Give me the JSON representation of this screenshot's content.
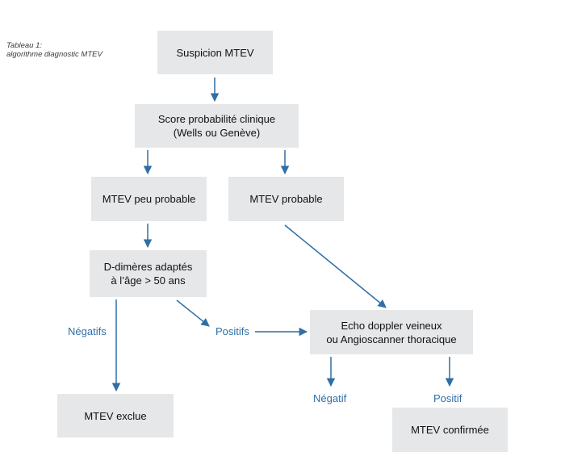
{
  "caption": {
    "line1": "Tableau 1:",
    "line2": "algorithme diagnostic MTEV"
  },
  "nodes": {
    "suspicion": {
      "text": "Suspicion MTEV"
    },
    "score": {
      "line1": "Score probabilité clinique",
      "line2": "(Wells ou Genève)"
    },
    "peu_probable": {
      "text": "MTEV peu probable"
    },
    "probable": {
      "text": "MTEV probable"
    },
    "ddimeres": {
      "line1": "D-dimères adaptés",
      "line2": "à l’âge > 50 ans"
    },
    "echo": {
      "line1": "Echo doppler veineux",
      "line2": "ou Angioscanner thoracique"
    },
    "exclue": {
      "text": "MTEV exclue"
    },
    "confirmee": {
      "text": "MTEV confirmée"
    }
  },
  "edge_labels": {
    "negatifs": "Négatifs",
    "positifs": "Positifs",
    "negatif": "Négatif",
    "positif": "Positif"
  },
  "colors": {
    "box_fill": "#e6e7e8",
    "arrow": "#2f6fa6",
    "edge_label": "#2f6fa6"
  }
}
